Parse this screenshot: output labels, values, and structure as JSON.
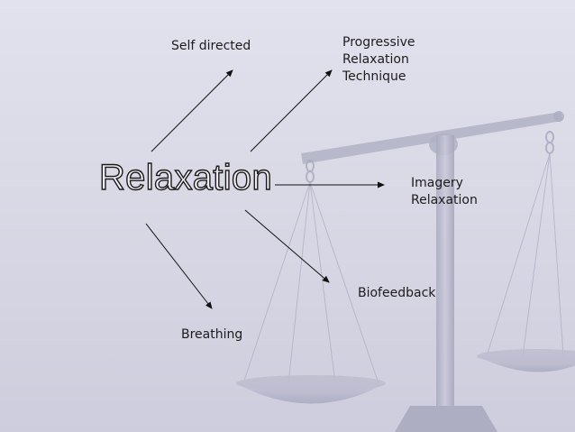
{
  "diagram": {
    "center": "Relaxation",
    "nodes": {
      "self_directed": "Self directed",
      "progressive": [
        "Progressive",
        "Relaxation",
        "Technique"
      ],
      "imagery": [
        "Imagery",
        "Relaxation"
      ],
      "biofeedback": "Biofeedback",
      "breathing": "Breathing"
    }
  },
  "colors": {
    "background": "#d9d9e6",
    "arrow": "#111111",
    "scale": "#b4b4c8"
  },
  "icons": {
    "background": "balance-scale-icon"
  }
}
